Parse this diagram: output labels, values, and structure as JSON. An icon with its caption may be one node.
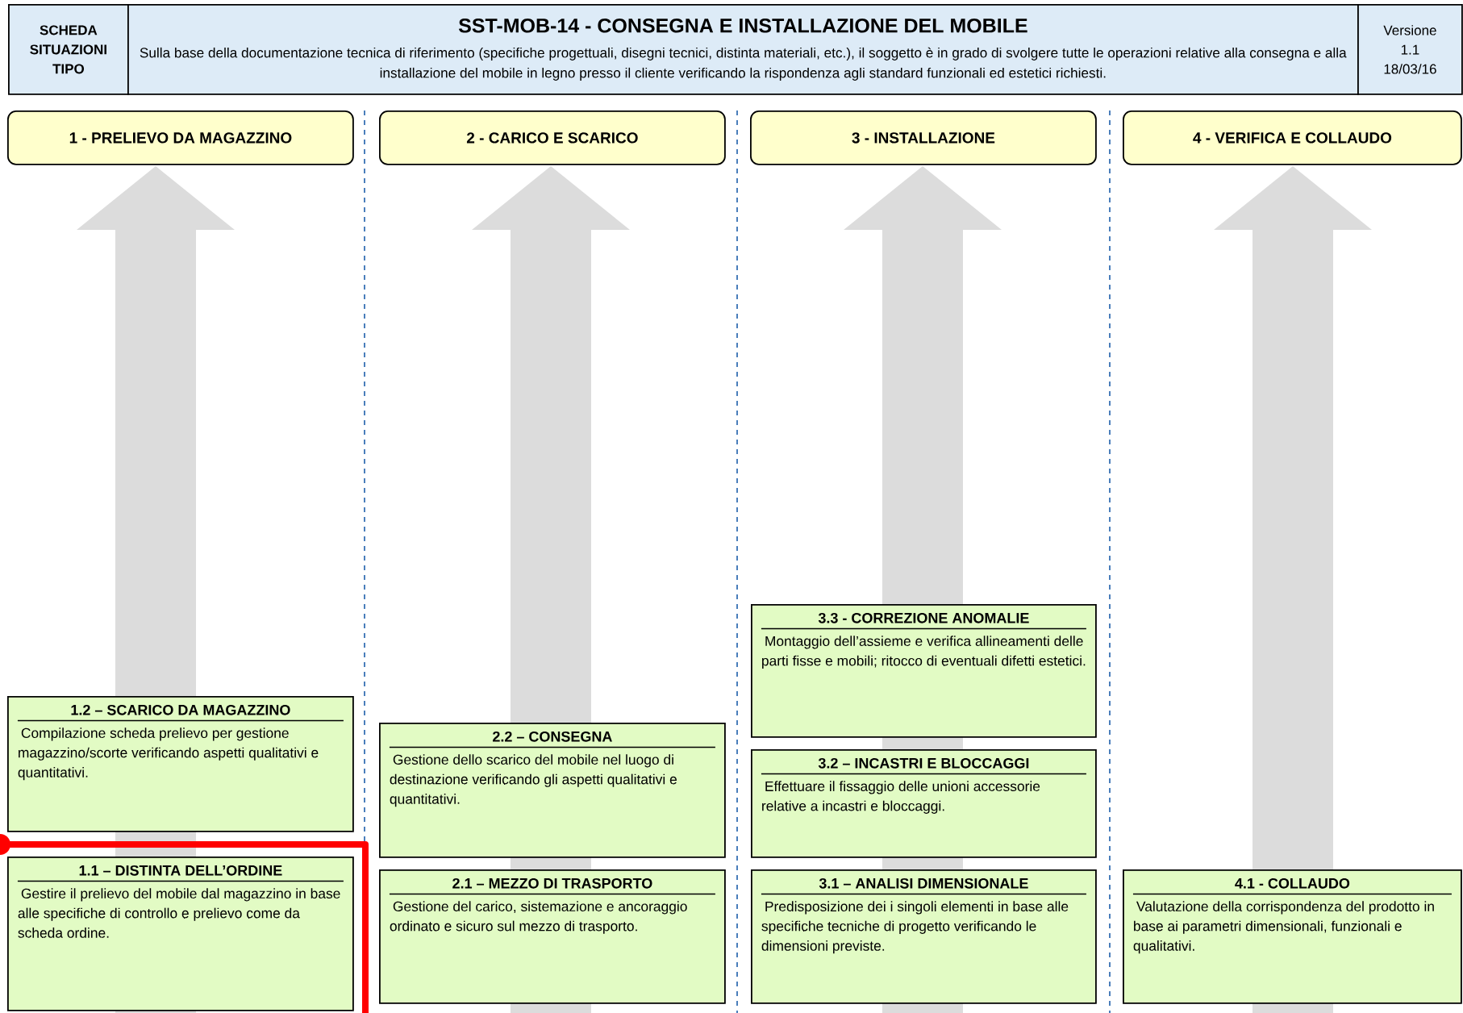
{
  "diagram": {
    "nodes": [
      {
        "text": [
          "SCHEDA SITUAZIONI TIPO"
        ]
      },
      {
        "text": [
          "SST-MOB-14 - CONSEGNA E INSTALLAZIONE DEL MOBILE",
          "Sulla base della documentazione tecnica di riferimento (specifiche progettuali, disegni tecnici, distinta materiali, etc.), il soggetto è in grado di svolgere tutte le operazioni relative alla consegna e alla installazione del mobile in legno presso il cliente verificando la rispondenza agli standard funzionali ed estetici richiesti."
        ]
      },
      {
        "text": [
          "Versione",
          "1.1",
          "18/03/16"
        ]
      },
      {
        "text": [
          "1 - PRELIEVO DA MAGAZZINO"
        ]
      },
      {
        "text": [
          "2 - CARICO E SCARICO"
        ]
      },
      {
        "text": [
          "3 - INSTALLAZIONE"
        ]
      },
      {
        "text": [
          "4 - VERIFICA E COLLAUDO"
        ]
      },
      {
        "text": [
          "1.2 – SCARICO DA MAGAZZINO",
          "Compilazione scheda prelievo per gestione magazzino/scorte verificando aspetti qualitativi e quantitativi."
        ]
      },
      {
        "text": [
          "1.1 – DISTINTA DELL’ORDINE",
          "Gestire il prelievo del mobile dal magazzino in base alle specifiche di controllo e prelievo come da scheda ordine."
        ]
      },
      {
        "text": [
          "2.2 – CONSEGNA",
          "Gestione dello scarico del mobile nel luogo di destinazione verificando gli aspetti qualitativi e quantitativi."
        ]
      },
      {
        "text": [
          "2.1 – MEZZO DI TRASPORTO",
          "Gestione del carico, sistemazione e ancoraggio ordinato e sicuro sul mezzo di trasporto."
        ]
      },
      {
        "text": [
          "3.3 - CORREZIONE ANOMALIE",
          "Montaggio dell’assieme e verifica allineamenti delle parti fisse e mobili; ritocco di eventuali difetti estetici."
        ]
      },
      {
        "text": [
          "3.2 – INCASTRI E BLOCCAGGI",
          "Effettuare il fissaggio delle unioni accessorie relative a incastri e bloccaggi."
        ]
      },
      {
        "text": [
          "3.1 – ANALISI DIMENSIONALE",
          "Predisposizione dei i singoli elementi in base alle specifiche tecniche di progetto verificando le dimensioni previste."
        ]
      },
      {
        "text": [
          "4.1 - COLLAUDO",
          "Valutazione della corrispondenza del prodotto in base ai parametri dimensionali, funzionali e qualitativi."
        ]
      }
    ]
  }
}
